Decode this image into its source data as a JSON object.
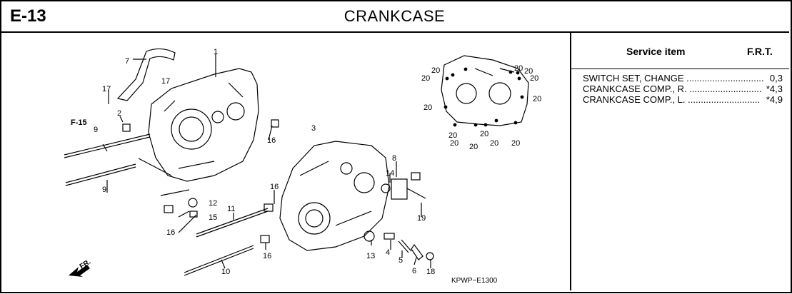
{
  "header": {
    "code": "E-13",
    "title": "CRANKCASE"
  },
  "service": {
    "title": "Service item",
    "frt": "F.R.T.",
    "items": [
      {
        "name": "SWITCH SET, CHANGE ..............................",
        "value": "0,3"
      },
      {
        "name": "CRANKCASE COMP., R. ............................",
        "value": "*4,3"
      },
      {
        "name": "CRANKCASE COMP., L. ............................",
        "value": "*4,9"
      }
    ]
  },
  "diagram": {
    "callouts": [
      "7",
      "1",
      "17",
      "17",
      "2",
      "9",
      "9",
      "16",
      "12",
      "15",
      "16",
      "11",
      "16",
      "3",
      "16",
      "8",
      "14",
      "4",
      "5",
      "6",
      "13",
      "10",
      "18",
      "19"
    ],
    "detail_callouts": [
      "20",
      "20",
      "20",
      "20",
      "20",
      "20",
      "20",
      "20",
      "20",
      "20",
      "20",
      "20",
      "20"
    ],
    "ref_f15": "F-15",
    "fr_mark": "FR.",
    "diagram_code": "KPWP−E1300"
  }
}
